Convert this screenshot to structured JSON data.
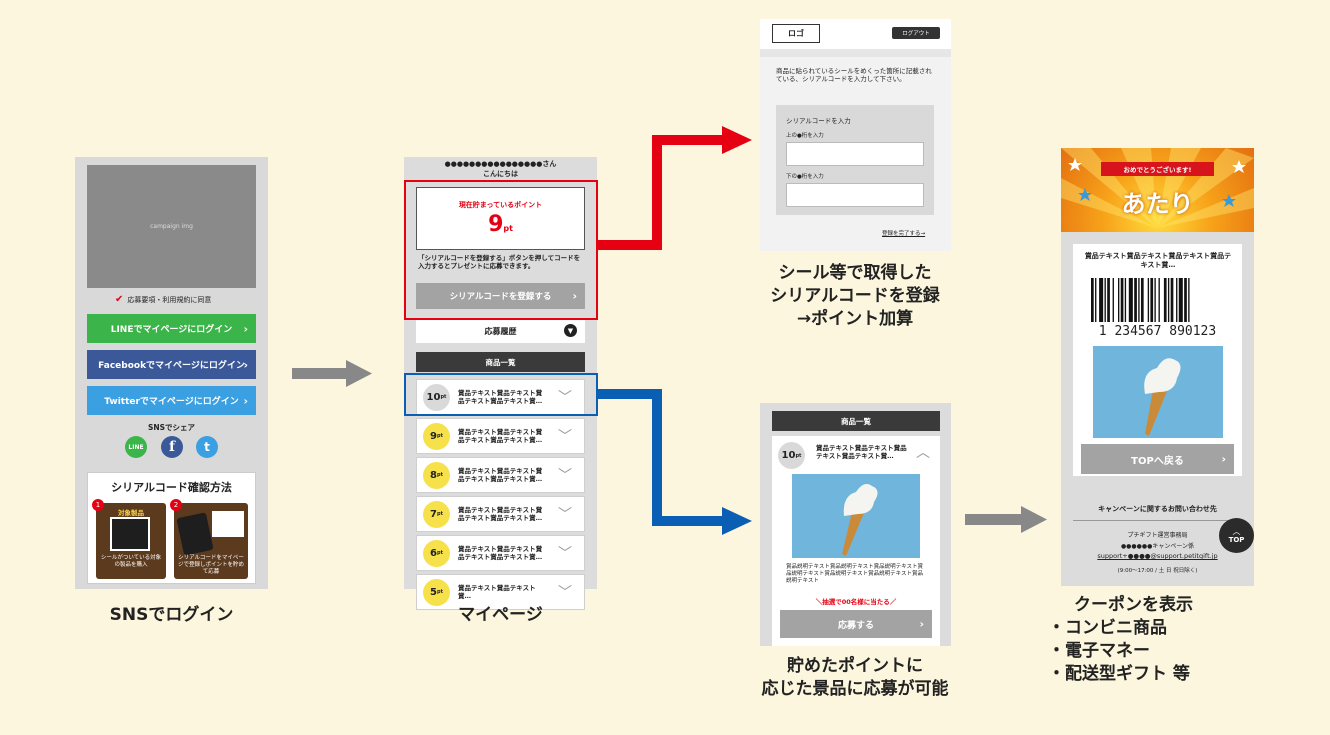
{
  "colors": {
    "background": "#fbf6dd",
    "red": "#e50012",
    "blue": "#0a5fb4",
    "gray_arrow": "#888888",
    "line": "#3bb54a",
    "facebook": "#3b5998",
    "twitter": "#3aa0e2",
    "dark": "#2b2b2b"
  },
  "captions": {
    "login": "SNSでログイン",
    "mypage": "マイページ",
    "serial": [
      "シール等で取得した",
      "シリアルコードを登録",
      "→ポイント加算"
    ],
    "apply": [
      "貯めたポイントに",
      "応じた景品に応募が可能"
    ],
    "coupon": [
      "クーポンを表示",
      "・コンビニ商品",
      "・電子マネー",
      "・配送型ギフト 等"
    ]
  },
  "login_screen": {
    "image_placeholder": "campaign img",
    "agree": "応募要項・利用規約に同意",
    "line_btn": "LINEでマイページにログイン",
    "facebook_btn": "Facebookでマイページにログイン",
    "twitter_btn": "Twitterでマイページにログイン",
    "share_label": "SNSでシェア",
    "share_icons": {
      "line": "LINE",
      "facebook": "f",
      "twitter": "t"
    },
    "howto_title": "シリアルコード確認方法",
    "step1_num": "1",
    "step1_title": "対象製品",
    "step1_desc": "シールがついている対象の製品を購入",
    "step2_num": "2",
    "step2_desc": "シリアルコードをマイページで登録しポイントを貯めて応募"
  },
  "mypage_screen": {
    "user": "●●●●●●●●●●●●●●●●さん",
    "greeting": "こんにちは",
    "points_label": "現在貯まっているポイント",
    "points_value": "9",
    "points_unit": "pt",
    "notice": "「シリアルコードを登録する」ボタンを押してコードを入力するとプレゼントに応募できます。",
    "register_btn": "シリアルコードを登録する",
    "history": "応募履歴",
    "products_header": "商品一覧",
    "items": [
      {
        "pt": "10",
        "color": "#d9d9d9",
        "text": "賞品テキスト賞品テキスト賞品テキスト賞品テキスト賞…"
      },
      {
        "pt": "9",
        "color": "#f7e14a",
        "text": "賞品テキスト賞品テキスト賞品テキスト賞品テキスト賞…"
      },
      {
        "pt": "8",
        "color": "#f7e14a",
        "text": "賞品テキスト賞品テキスト賞品テキスト賞品テキスト賞…"
      },
      {
        "pt": "7",
        "color": "#f7e14a",
        "text": "賞品テキスト賞品テキスト賞品テキスト賞品テキスト賞…"
      },
      {
        "pt": "6",
        "color": "#f7e14a",
        "text": "賞品テキスト賞品テキスト賞品テキスト賞品テキスト賞…"
      },
      {
        "pt": "5",
        "color": "#f7e14a",
        "text": "賞品テキスト賞品テキスト賞…"
      }
    ]
  },
  "serial_screen": {
    "logo": "ロゴ",
    "logout": "ログアウト",
    "desc": "商品に貼られているシールをめくった箇所に記載されている、シリアルコードを入力して下さい。",
    "form_title": "シリアルコードを入力",
    "field1_label": "上の●桁を入力",
    "field2_label": "下の●桁を入力",
    "complete_link": "登録を完了する→"
  },
  "product_screen": {
    "header": "商品一覧",
    "pt": "10",
    "title": "賞品テキスト賞品テキスト賞品テキスト賞品テキスト賞…",
    "desc": "賞品説明テキスト賞品説明テキスト賞品説明テキスト賞品説明テキスト賞品説明テキスト賞品説明テキスト賞品説明テキスト",
    "lottery": "＼抽選で00名様に当たる／",
    "apply_btn": "応募する"
  },
  "coupon_screen": {
    "ribbon": "おめでとうございます!",
    "atari": "あたり",
    "title": "賞品テキスト賞品テキスト賞品テキスト賞品テキスト賞…",
    "barcode_number": "1 234567 890123",
    "top_btn": "TOPへ戻る",
    "inquiry_title": "キャンペーンに関するお問い合わせ先",
    "office": "プチギフト運営事務局",
    "dept": "●●●●●●キャンペーン係",
    "email": "support+●●●●@support.petitgift.jp",
    "hours": "(9:00〜17:00 / 土 日 祝日除く)",
    "top_fab": "TOP"
  }
}
